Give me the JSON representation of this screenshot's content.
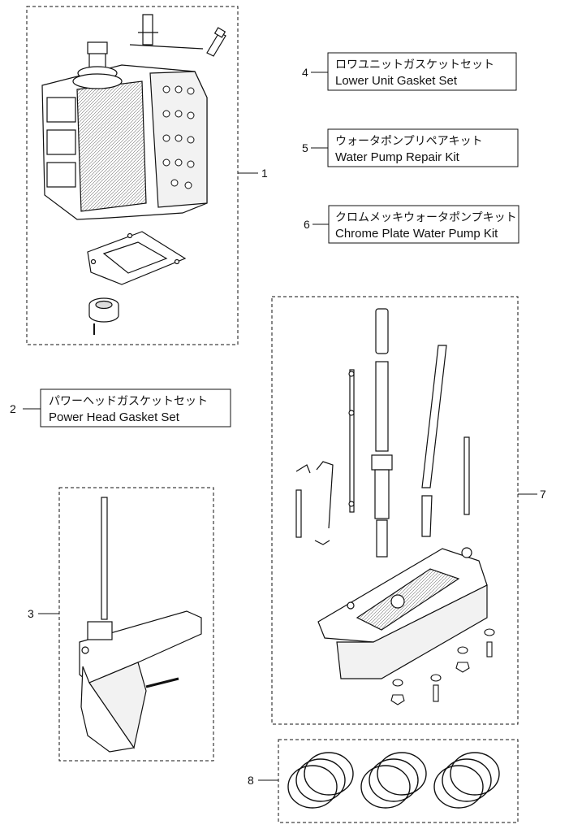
{
  "callouts": [
    {
      "number": "1"
    },
    {
      "number": "2",
      "jp": "パワーヘッドガスケットセット",
      "en": "Power Head Gasket Set"
    },
    {
      "number": "3"
    },
    {
      "number": "4",
      "jp": "ロワユニットガスケットセット",
      "en": "Lower Unit Gasket Set"
    },
    {
      "number": "5",
      "jp": "ウォータポンプリペアキット",
      "en": "Water Pump Repair Kit"
    },
    {
      "number": "6",
      "jp": "クロムメッキウォータポンプキット",
      "en": "Chrome Plate Water Pump Kit"
    },
    {
      "number": "7"
    },
    {
      "number": "8"
    }
  ],
  "colors": {
    "line": "#111111",
    "paper": "#ffffff",
    "shade": "#d9d9d9"
  },
  "parts": {
    "p1": "power-head-assembly",
    "p3": "lower-unit-assembly",
    "p7": "water-pump-housing-kit",
    "p8": "piston-rings"
  }
}
